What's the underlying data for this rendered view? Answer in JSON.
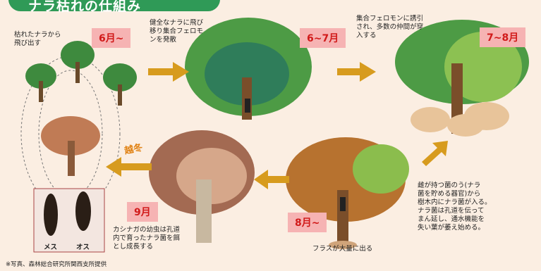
{
  "header": {
    "title": "ナラ枯れの仕組み"
  },
  "stages": [
    {
      "label": "6月~",
      "text": "枯れたナラから\n飛び出す"
    },
    {
      "label": "6~7月",
      "text": "健全なナラに飛び\n移り集合フェロモ\nンを発散"
    },
    {
      "label": "7~8月",
      "text": "集合フェロモンに誘引\nされ、多数の仲間が穿\n入する"
    },
    {
      "label": "8月~",
      "text": "フラスが大量に出る"
    },
    {
      "label": "9月",
      "text": "カシナガの幼虫は孔道\n内で育ったナラ菌を餌\nとし成長する"
    }
  ],
  "fungus_text": "雌が持つ菌のう(ナラ\n菌を貯める器官)から\n樹木内にナラ菌が入る。\nナラ菌は孔道を伝って\nまん延し、通水機能を\n失い葉が萎え始める。",
  "winter_label": "越冬",
  "beetle_labels": {
    "female": "メス",
    "male": "オス"
  },
  "credit": "※写真、森林総合研究所関西支所提供",
  "colors": {
    "accent": "#2f9a57",
    "label_bg": "#f6b3b3",
    "label_text": "#d11a1a",
    "arrow": "#d79b1e"
  }
}
